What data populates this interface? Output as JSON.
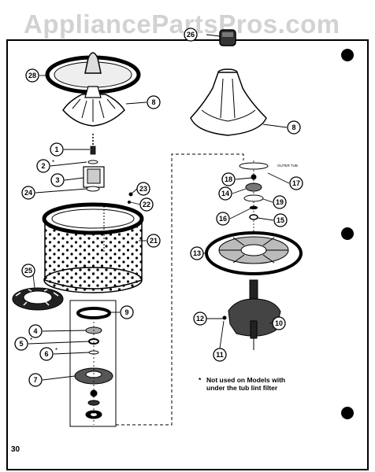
{
  "header": {
    "watermark": "AppliancePartsPros.com"
  },
  "diagram": {
    "outer_tub_label": "OUTER TUB",
    "note_marker": "*",
    "note_lines": [
      "Not used on Models with",
      "under the tub lint filter"
    ],
    "page_number": "30",
    "callouts": [
      "26",
      "28",
      "8",
      "8",
      "1",
      "2",
      "3",
      "24",
      "23",
      "22",
      "21",
      "25",
      "9",
      "4",
      "5",
      "6",
      "7",
      "18",
      "17",
      "14",
      "19",
      "16",
      "15",
      "13",
      "12",
      "10",
      "11"
    ],
    "asterisk_parts": [
      "2",
      "5",
      "6"
    ]
  }
}
